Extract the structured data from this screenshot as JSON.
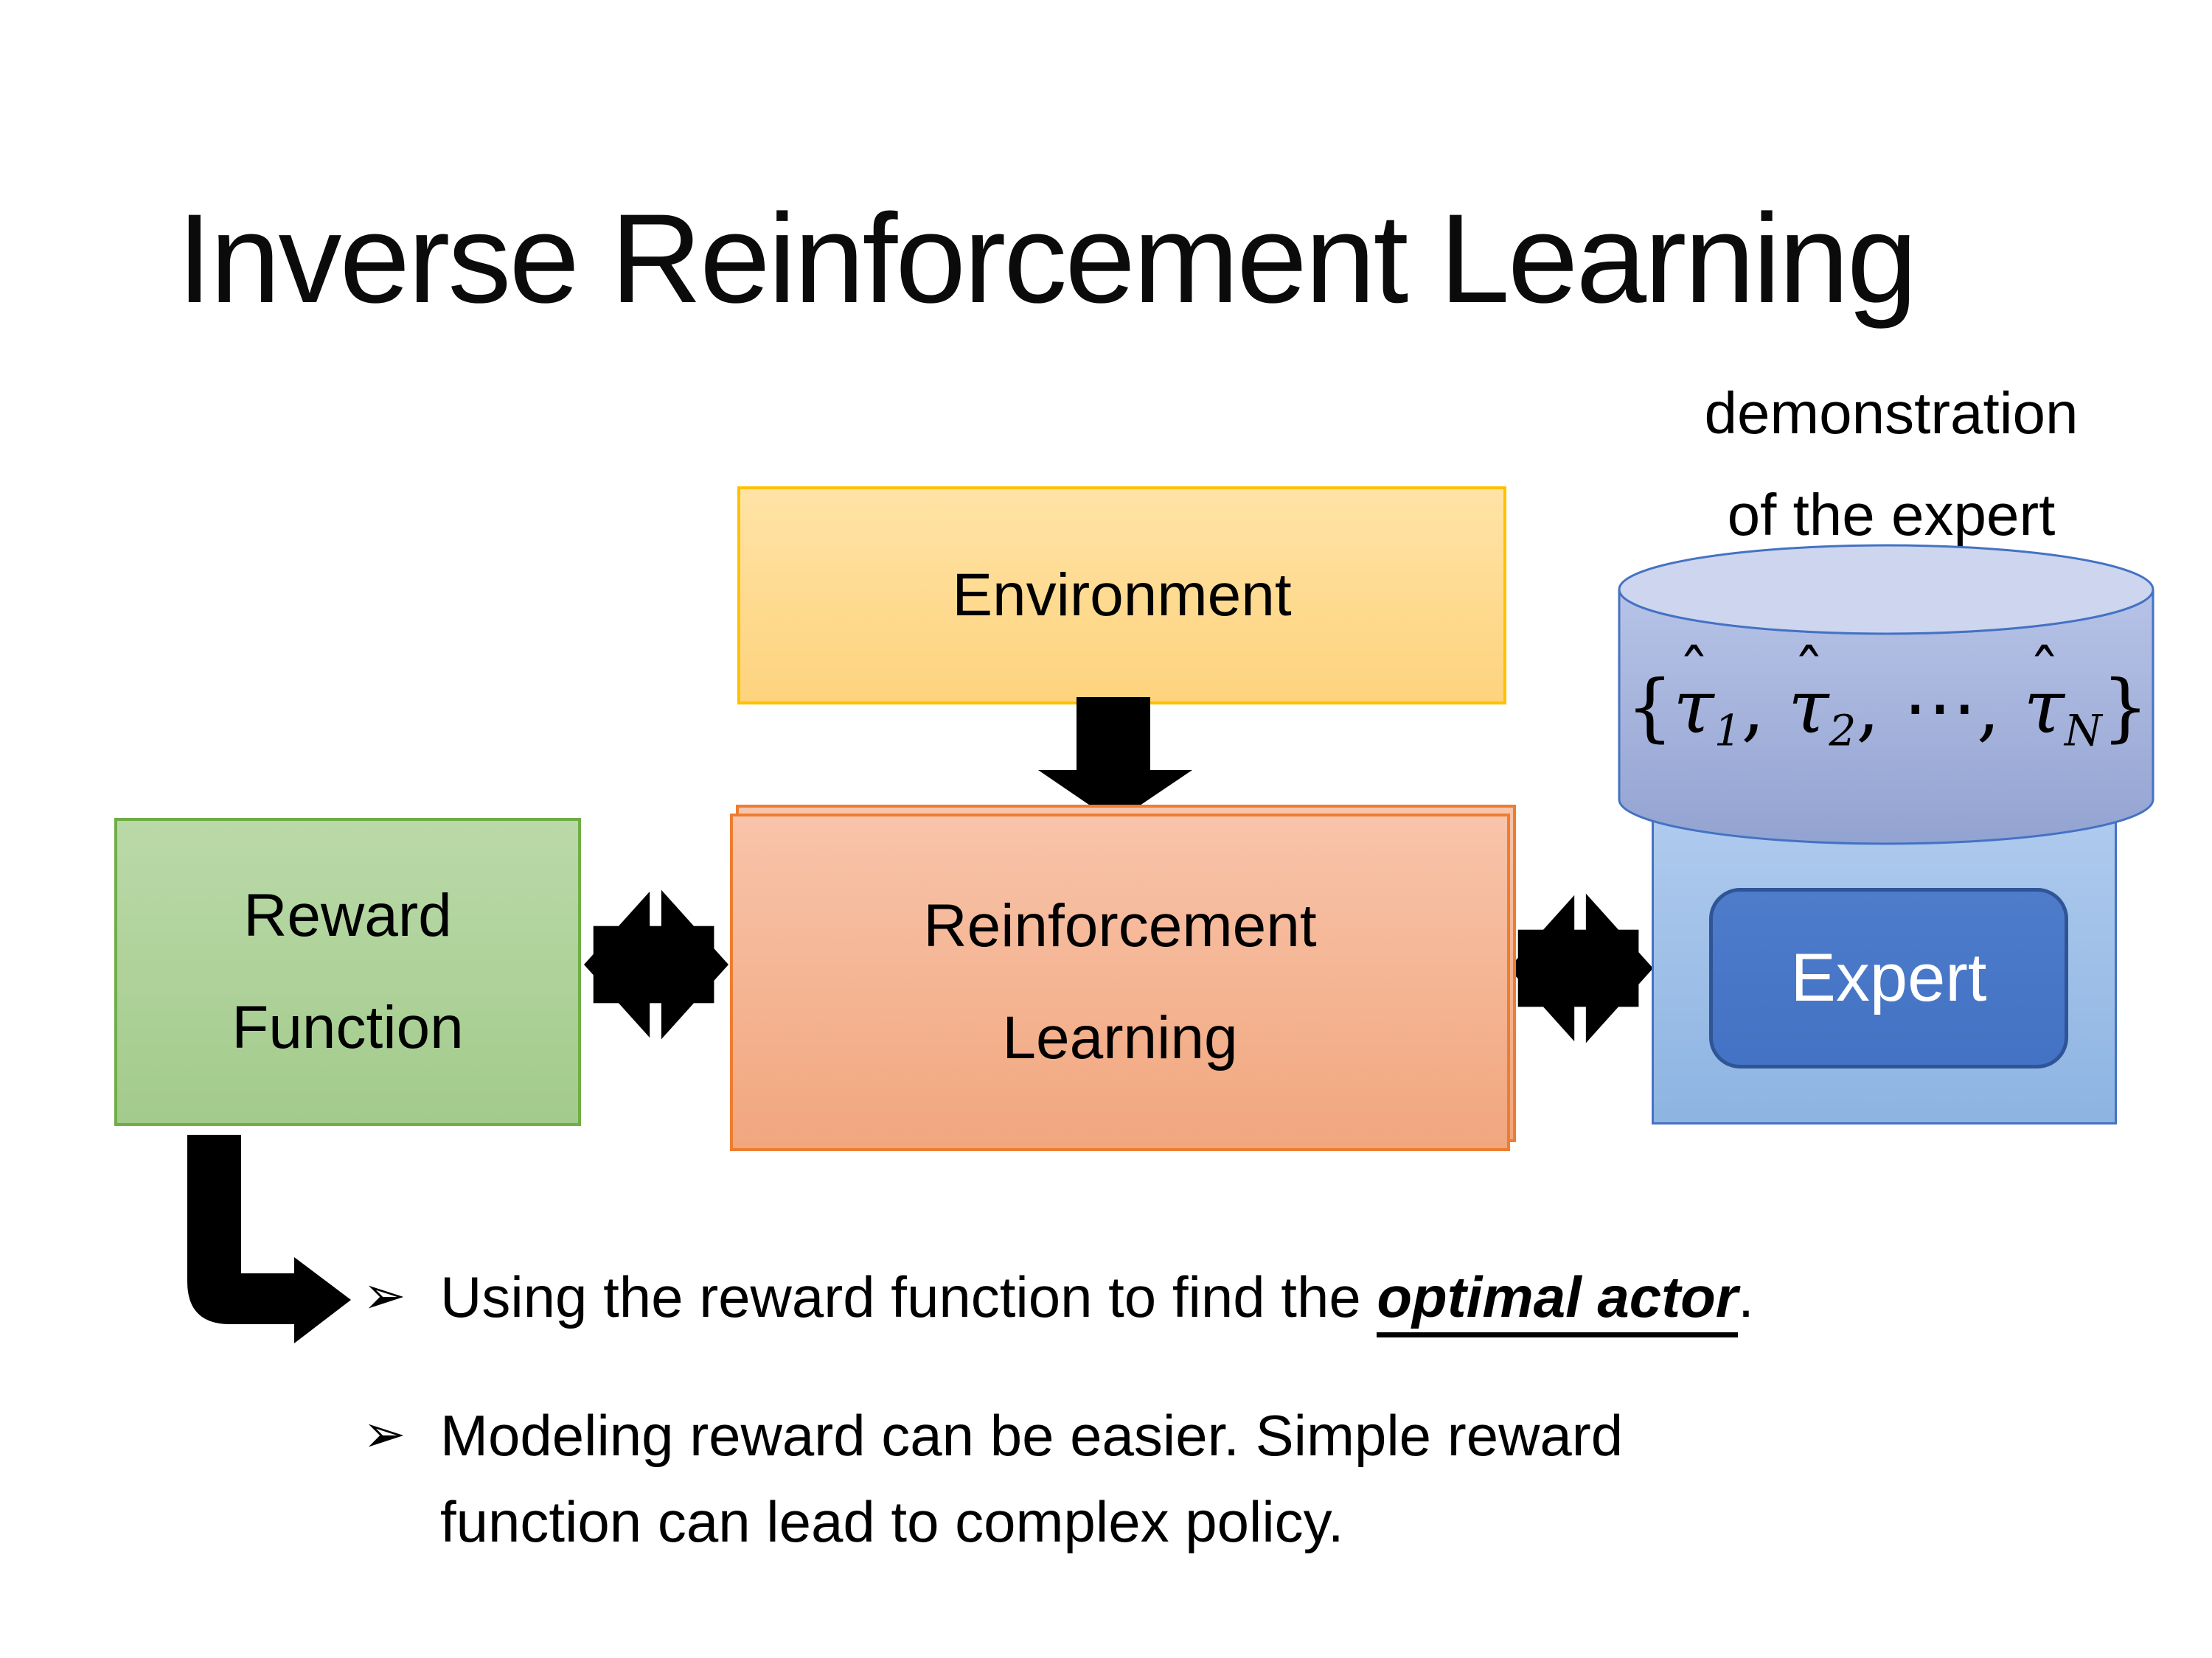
{
  "slide": {
    "title": "Inverse Reinforcement Learning",
    "background": "#ffffff"
  },
  "colors": {
    "env-border": "#ffc000",
    "env-fill1": "#ffe3a6",
    "env-fill2": "#fed37d",
    "green-border": "#70ad47",
    "green-fill1": "#bad9a8",
    "green-fill2": "#a3cb8c",
    "orange-border": "#ed7d31",
    "orange-fill1": "#f8c4aa",
    "orange-fill2": "#f1a67e",
    "blue-mid": "#4472c4",
    "blue-darker": "#2f5597",
    "container-fill1": "#b0cbee",
    "container-fill2": "#8db4e2",
    "cyl-top": "#cdd6ee",
    "cyl-body1": "#b7c3e7",
    "cyl-body2": "#93a3d1",
    "arrow-color": "#000000"
  },
  "diagram": {
    "environment_box": {
      "label": "Environment"
    },
    "reward_box": {
      "label": "Reward Function"
    },
    "rl_box": {
      "label": "Reinforcement Learning"
    },
    "expert": {
      "label": "Expert"
    },
    "demonstration_label": {
      "line1": "demonstration",
      "line2": "of the expert"
    },
    "cylinder": {
      "formula": {
        "open": "{",
        "tau": "τ",
        "hat": "ˆ",
        "sub1": "1",
        "sub2": "2",
        "subn": "N",
        "dots": "⋯",
        "sep": ", ",
        "close": "}"
      }
    }
  },
  "bullets": {
    "item1": {
      "marker": "➢",
      "prefix": "Using the reward function to find the ",
      "emphasis": "optimal actor",
      "suffix": "."
    },
    "item2": {
      "marker": "➢",
      "line1": "Modeling reward can be easier. Simple reward",
      "line2": "function can lead to complex policy."
    }
  }
}
